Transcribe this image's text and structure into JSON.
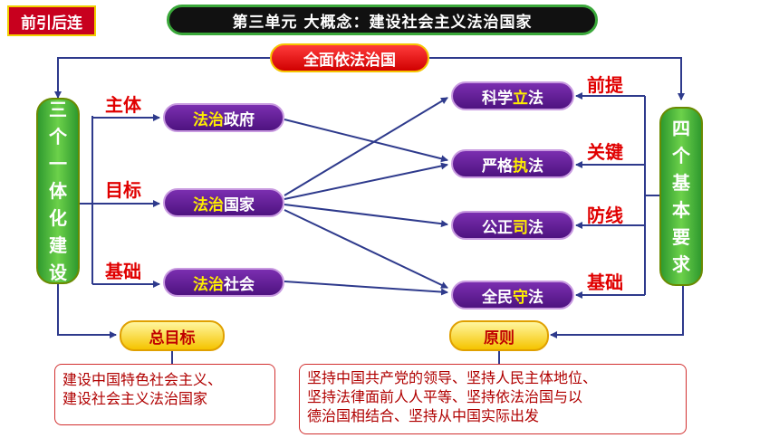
{
  "tag": "前引后连",
  "title": "第三单元   大概念：建设社会主义法治国家",
  "top_node": "全面依法治国",
  "left_bar": [
    "三",
    "个",
    "一",
    "体",
    "化",
    "建",
    "设"
  ],
  "right_bar": [
    "四",
    "个",
    "基",
    "本",
    "要",
    "求"
  ],
  "left_labels": {
    "subject": "主体",
    "goal": "目标",
    "base": "基础"
  },
  "left_nodes": [
    {
      "y": "法治",
      "w": "政府"
    },
    {
      "y": "法治",
      "w": "国家"
    },
    {
      "y": "法治",
      "w": "社会"
    }
  ],
  "right_nodes": [
    {
      "w1": "科学",
      "y": "立",
      "w2": "法"
    },
    {
      "w1": "严格",
      "y": "执",
      "w2": "法"
    },
    {
      "w1": "公正",
      "y": "司",
      "w2": "法"
    },
    {
      "w1": "全民",
      "y": "守",
      "w2": "法"
    }
  ],
  "right_labels": {
    "premise": "前提",
    "key": "关键",
    "defense": "防线",
    "base": "基础"
  },
  "bottom_left_node": "总目标",
  "bottom_right_node": "原则",
  "box_left": [
    "建设中国特色社会主义、",
    "建设社会主义法治国家"
  ],
  "box_right": [
    "坚持中国共产党的领导、坚持人民主体地位、",
    "坚持法律面前人人平等、坚持依法治国与以",
    "德治国相结合、坚持从中国实际出发"
  ]
}
